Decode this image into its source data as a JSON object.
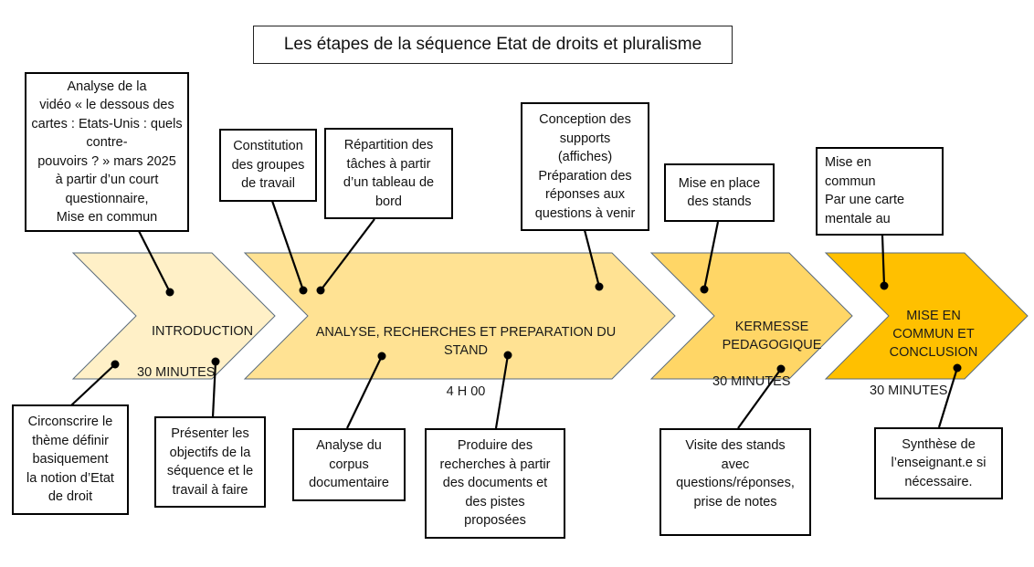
{
  "title": "Les étapes de la séquence Etat de droits et pluralisme",
  "colors": {
    "stage1": "#fff0c7",
    "stage2": "#ffe293",
    "stage3": "#ffd666",
    "stage4": "#ffc000",
    "chevron_border": "#5a6b7c",
    "connector": "#000000"
  },
  "stages": [
    {
      "label": "INTRODUCTION",
      "duration": "30 MINUTES"
    },
    {
      "label": "ANALYSE, RECHERCHES ET PREPARATION DU STAND",
      "duration": "4 H 00"
    },
    {
      "label": "KERMESSE\nPEDAGOGIQUE",
      "duration": "30 MINUTES"
    },
    {
      "label": "MISE EN\nCOMMUN ET\nCONCLUSION",
      "duration": "30 MINUTES"
    }
  ],
  "top_notes": [
    "Analyse de la\nvidéo « le dessous des cartes : Etats-Unis : quels contre-\npouvoirs ? » mars 2025\nà partir d’un court questionnaire,\nMise en commun",
    "Constitution\ndes groupes\nde travail",
    "Répartition des\ntâches à partir\nd’un tableau de\nbord",
    "Conception des\nsupports\n(affiches)\nPréparation des\nréponses aux\nquestions à venir",
    "Mise en place\ndes stands",
    "Mise en\ncommun\n   Par une carte\n   mentale au"
  ],
  "bottom_notes": [
    "Circonscrire le\nthème définir\nbasiquement\nla notion d’Etat\nde droit",
    "Présenter les\nobjectifs de la\nséquence et le\ntravail à faire",
    "Analyse du\ncorpus\ndocumentaire",
    "Produire des\nrecherches à partir\ndes documents et\ndes pistes\nproposées",
    "Visite des stands\navec\nquestions/réponses,\nprise de notes",
    "Synthèse de\nl’enseignant.e si\nnécessaire."
  ]
}
